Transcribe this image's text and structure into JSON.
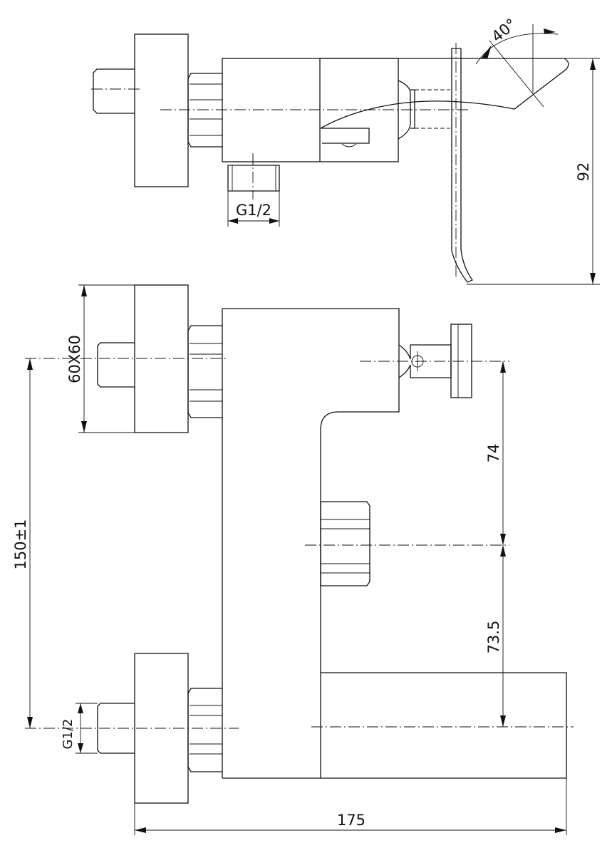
{
  "drawing": {
    "angle_label": "40°",
    "height_label": "92",
    "top_outlet_thread_label": "G1/2",
    "flange_size_label": "60X60",
    "inlet_spacing_label": "150±1",
    "upper_offset_label": "74",
    "lower_offset_label": "73.5",
    "inlet_thread_label": "G1/2",
    "width_label": "175"
  }
}
